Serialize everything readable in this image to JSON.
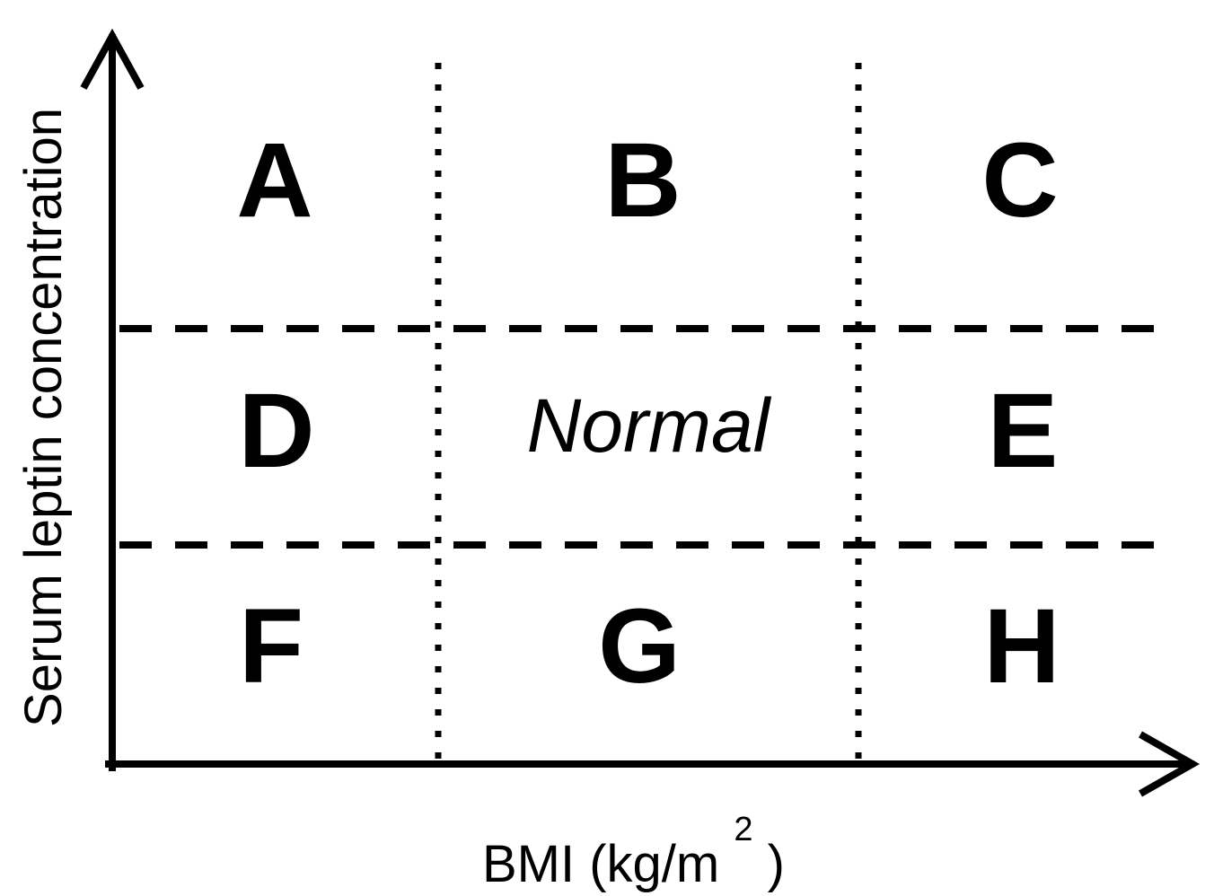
{
  "diagram": {
    "x_axis_label": {
      "prefix": "BMI (kg/m",
      "superscript": "2",
      "suffix": ")"
    },
    "y_axis_label": "Serum leptin concentration",
    "cells": {
      "a": "A",
      "b": "B",
      "c": "C",
      "d": "D",
      "normal": "Normal",
      "e": "E",
      "f": "F",
      "g": "G",
      "h": "H"
    },
    "line_color": "#000000"
  }
}
